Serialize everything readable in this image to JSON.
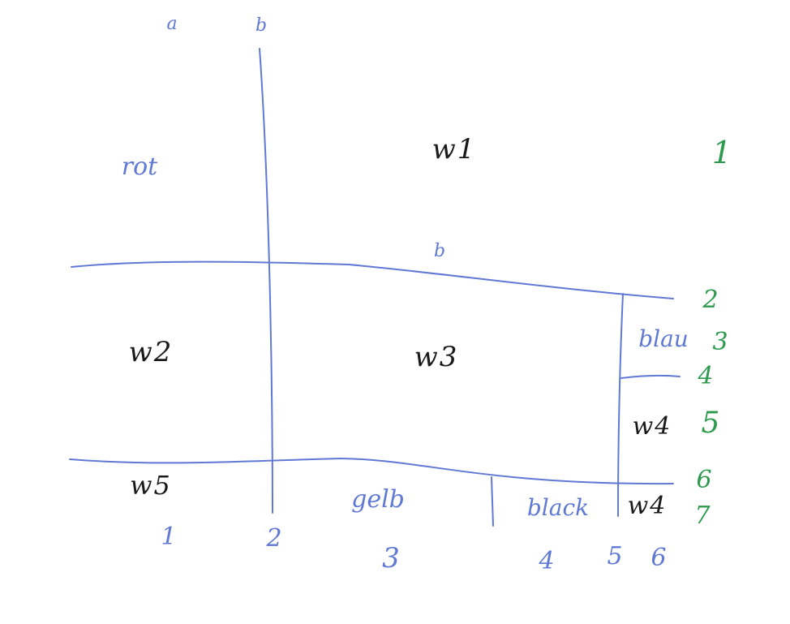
{
  "colors": {
    "grid_ink": "#6079d4",
    "cell_ink": "#1a1a1a",
    "row_index_ink": "#2e9a4e",
    "col_index_ink": "#6079d4"
  },
  "cells": {
    "w1": "w1",
    "w2": "w2",
    "w3": "w3",
    "w4_upper": "w4",
    "w4_lower": "w4",
    "w5": "w5"
  },
  "color_labels": {
    "rot": "rot",
    "blau": "blau",
    "gelb": "gelb",
    "black": "black"
  },
  "row_indices": [
    "1",
    "2",
    "3",
    "4",
    "5",
    "6",
    "7"
  ],
  "col_indices": [
    "1",
    "2",
    "3",
    "4",
    "5",
    "6"
  ],
  "marks": {
    "top_a": "a",
    "top_b": "b",
    "middle": "b"
  }
}
